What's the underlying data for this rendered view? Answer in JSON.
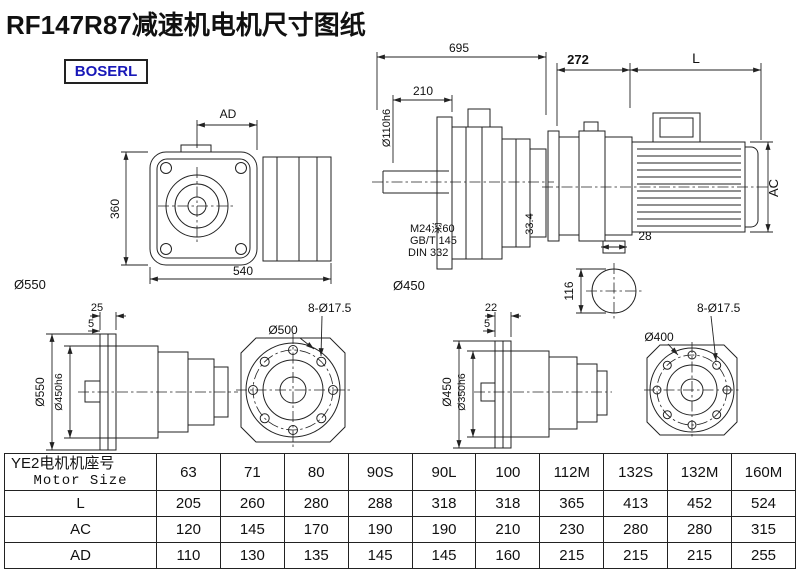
{
  "title": "RF147R87减速机电机尺寸图纸",
  "logo": "BOSERL",
  "front_view": {
    "ad": "AD",
    "height": "360",
    "width": "540",
    "dia": "Ø550"
  },
  "side_view": {
    "total": "695",
    "len210": "210",
    "shaft_dia": "Ø110h6",
    "tap_line1": "M24深60",
    "tap_line2": "GB/T 145",
    "tap_line3": "DIN 332",
    "dim334": "33.4",
    "flange_dia": "Ø450"
  },
  "motor_view": {
    "dim272": "272",
    "dimL": "L",
    "dimAC": "AC",
    "dim28": "28",
    "dim116": "116"
  },
  "b1": {
    "dim25": "25",
    "dim5": "5",
    "outer": "Ø550",
    "pilot": "Ø450h6"
  },
  "b2": {
    "dia": "Ø500",
    "holes": "8-Ø17.5"
  },
  "b3": {
    "dim22": "22",
    "dim5": "5",
    "outer": "Ø450",
    "pilot": "Ø350h6"
  },
  "b4": {
    "dia": "Ø400",
    "holes": "8-Ø17.5"
  },
  "table": {
    "header_cn": "YE2电机机座号",
    "header_en": "Motor Size",
    "sizes": [
      "63",
      "71",
      "80",
      "90S",
      "90L",
      "100",
      "112M",
      "132S",
      "132M",
      "160M"
    ],
    "rows": [
      {
        "label": "L",
        "values": [
          "205",
          "260",
          "280",
          "288",
          "318",
          "318",
          "365",
          "413",
          "452",
          "524"
        ]
      },
      {
        "label": "AC",
        "values": [
          "120",
          "145",
          "170",
          "190",
          "190",
          "210",
          "230",
          "280",
          "280",
          "315"
        ]
      },
      {
        "label": "AD",
        "values": [
          "110",
          "130",
          "135",
          "145",
          "145",
          "160",
          "215",
          "215",
          "215",
          "255"
        ]
      }
    ]
  }
}
